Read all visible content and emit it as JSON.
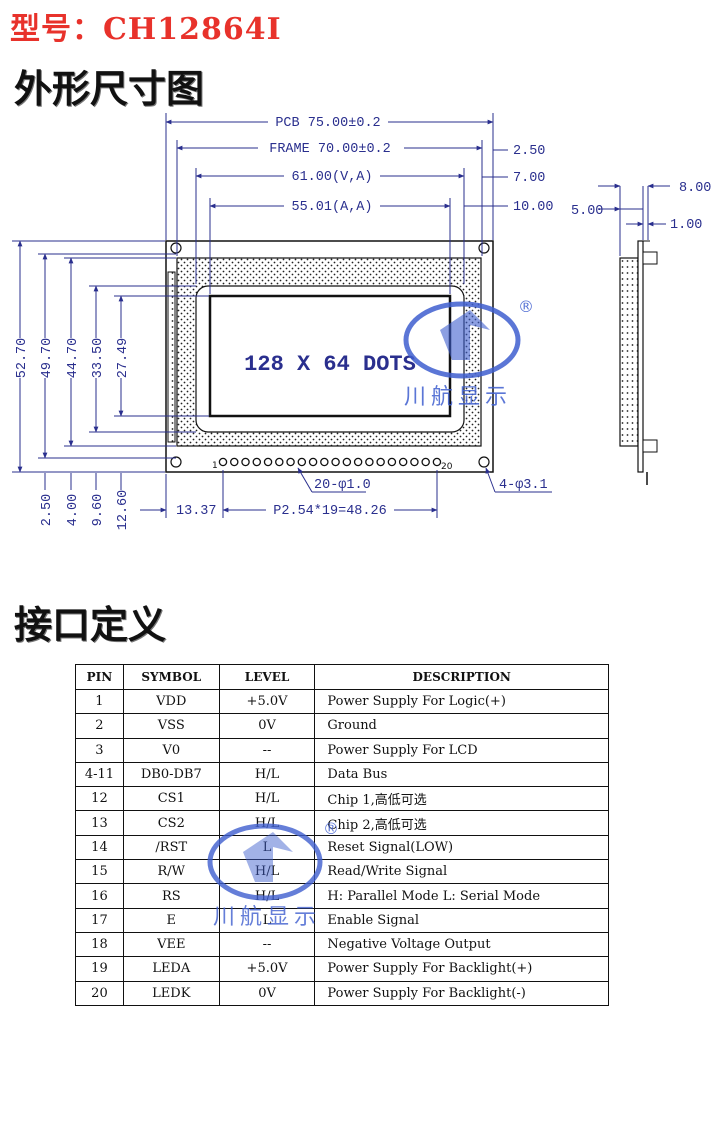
{
  "header": {
    "model_title": "型号：CH12864I",
    "outline_title": "外形尺寸图",
    "interface_title": "接口定义"
  },
  "drawing": {
    "screen_text": "128 X 64 DOTS",
    "pin_first": "1",
    "pin_last": "20",
    "dims": {
      "pcb_width": "PCB 75.00±0.2",
      "frame_width": "FRAME 70.00±0.2",
      "va_width": "61.00(V,A)",
      "aa_width": "55.01(A,A)",
      "right_2_50": "2.50",
      "right_7_00": "7.00",
      "right_10_00": "10.00",
      "h_52_70": "52.70",
      "h_49_70": "49.70",
      "h_44_70": "44.70",
      "h_33_50": "33.50",
      "h_27_49": "27.49",
      "b_2_50": "2.50",
      "b_4_00": "4.00",
      "b_9_60": "9.60",
      "b_12_60": "12.60",
      "b_13_37": "13.37",
      "pin_pitch": "P2.54*19=48.26",
      "pin_holes": "20-φ1.0",
      "mount_holes": "4-φ3.1",
      "side_5_00": "5.00",
      "side_8_00": "8.00",
      "side_1_00": "1.00"
    }
  },
  "watermark": {
    "text": "川航显示",
    "registered": "®",
    "color": "#3f5fcf"
  },
  "table": {
    "headers": [
      "PIN",
      "SYMBOL",
      "LEVEL",
      "DESCRIPTION"
    ],
    "rows": [
      [
        "1",
        "VDD",
        "+5.0V",
        "Power Supply For Logic(+)"
      ],
      [
        "2",
        "VSS",
        "0V",
        "Ground"
      ],
      [
        "3",
        "V0",
        "--",
        "Power Supply For LCD"
      ],
      [
        "4-11",
        "DB0-DB7",
        "H/L",
        "Data Bus"
      ],
      [
        "12",
        "CS1",
        "H/L",
        "Chip 1,高低可选"
      ],
      [
        "13",
        "CS2",
        "H/L",
        "Chip 2,高低可选"
      ],
      [
        "14",
        "/RST",
        "L",
        "Reset Signal(LOW)"
      ],
      [
        "15",
        "R/W",
        "H/L",
        "Read/Write Signal"
      ],
      [
        "16",
        "RS",
        "H/L",
        "H: Parallel Mode  L: Serial Mode"
      ],
      [
        "17",
        "E",
        "L",
        "Enable Signal"
      ],
      [
        "18",
        "VEE",
        "--",
        "Negative Voltage Output"
      ],
      [
        "19",
        "LEDA",
        "+5.0V",
        "Power Supply For Backlight(+)"
      ],
      [
        "20",
        "LEDK",
        "0V",
        "Power Supply For Backlight(-)"
      ]
    ]
  }
}
